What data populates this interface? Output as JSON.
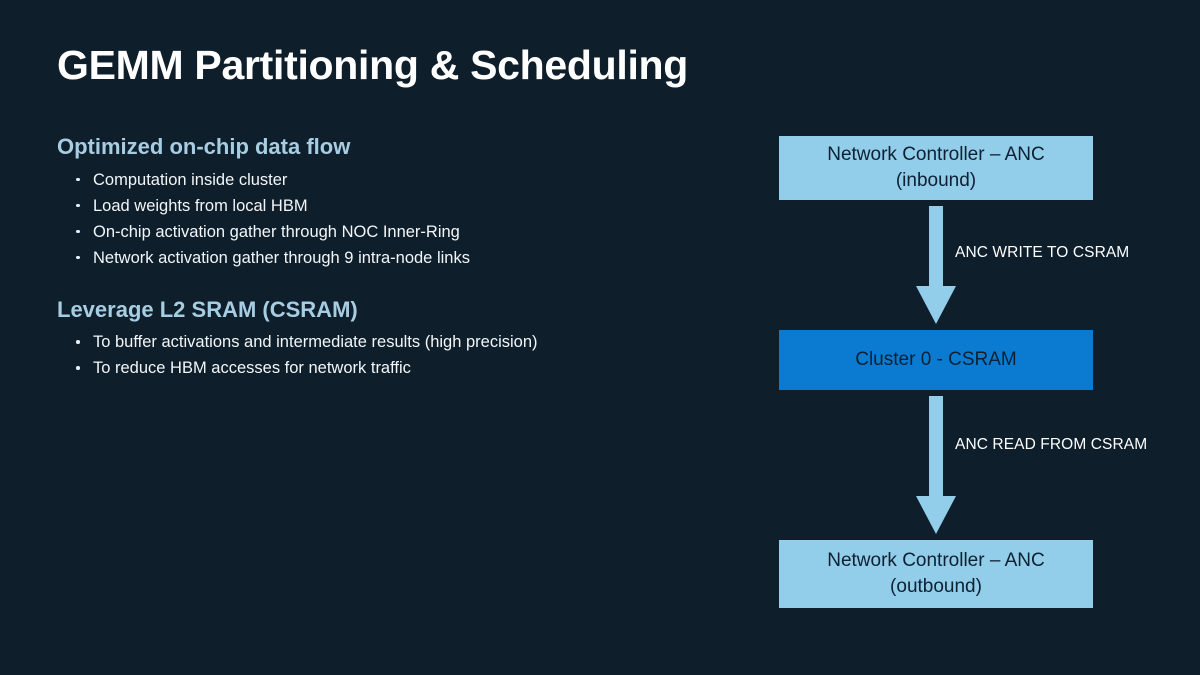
{
  "slide": {
    "title": "GEMM Partitioning & Scheduling",
    "background_color": "#0e1e2b",
    "heading_color": "#a7cde2",
    "body_text_color": "#f2f6f8"
  },
  "sections": [
    {
      "heading": "Optimized on-chip data flow",
      "bullets": [
        "Computation inside cluster",
        "Load weights from local HBM",
        "On-chip activation gather through NOC Inner-Ring",
        "Network activation gather through 9 intra-node links"
      ]
    },
    {
      "heading": "Leverage L2 SRAM (CSRAM)",
      "bullets": [
        "To buffer activations and intermediate results (high precision)",
        "To reduce HBM accesses for network traffic"
      ]
    }
  ],
  "diagram": {
    "boxes": [
      {
        "id": "inbound",
        "line1": "Network Controller – ANC",
        "line2": "(inbound)",
        "fill": "#92cdea",
        "text_color": "#0d2133"
      },
      {
        "id": "csram",
        "line1": "Cluster 0 - CSRAM",
        "line2": "",
        "fill": "#0a7bd0",
        "text_color": "#0d2133"
      },
      {
        "id": "outbound",
        "line1": "Network Controller – ANC",
        "line2": "(outbound)",
        "fill": "#92cdea",
        "text_color": "#0d2133"
      }
    ],
    "arrows": [
      {
        "id": "write",
        "label": "ANC WRITE TO CSRAM",
        "direction": "down",
        "color": "#92cdea"
      },
      {
        "id": "read",
        "label": "ANC READ FROM CSRAM",
        "direction": "down",
        "color": "#92cdea"
      }
    ]
  }
}
